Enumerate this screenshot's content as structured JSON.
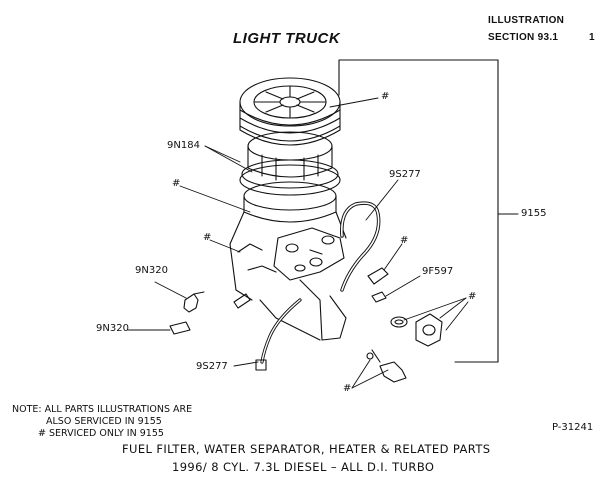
{
  "header": {
    "title": "LIGHT TRUCK",
    "illustration_label": "ILLUSTRATION",
    "section_label": "SECTION 93.1",
    "page_number": "1"
  },
  "callouts": {
    "part_9155": "9155",
    "part_9n184": "9N184",
    "part_9s277_top": "9S277",
    "part_9s277_bottom": "9S277",
    "part_9n320_a": "9N320",
    "part_9n320_b": "9N320",
    "part_9f597": "9F597",
    "serviced_only_mark": "#"
  },
  "note": {
    "line1": "NOTE:  ALL PARTS ILLUSTRATIONS ARE",
    "line2": "ALSO SERVICED IN 9155",
    "line3": "# SERVICED ONLY IN 9155"
  },
  "drawing_number": "P-31241",
  "caption": {
    "line1": "FUEL FILTER, WATER SEPARATOR, HEATER & RELATED PARTS",
    "line2": "1996/ 8 CYL. 7.3L DIESEL – ALL D.I. TURBO"
  }
}
